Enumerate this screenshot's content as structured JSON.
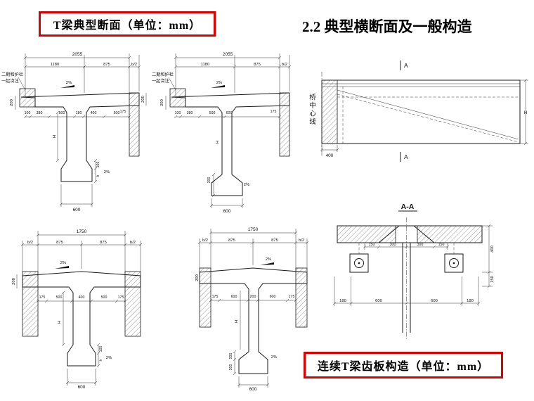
{
  "header": {
    "left_box_label": "T梁典型断面（单位：mm）",
    "title": "2.2 典型横断面及一般构造"
  },
  "footer": {
    "right_box_label": "连续T梁齿板构造（单位：mm）"
  },
  "colors": {
    "accent_red": "#dd0000",
    "line": "#1a1a1a"
  },
  "beam_top_left": {
    "note_line1": "二期和护栏",
    "note_line2": "一起浇注",
    "dim_total": "2055",
    "dim_seg1": "1180",
    "dim_seg2": "875",
    "dim_seg3": "b/2",
    "slope": "2%",
    "dim_slab_left": "200",
    "dim_slab_right": "200",
    "dim_row": [
      "100",
      "380",
      "500",
      "180",
      "400",
      "500"
    ],
    "dim_tip": "175",
    "dim_web_height": "H",
    "dim_haunch": "100",
    "dim_bulb": "h",
    "slope2": "2%",
    "dim_bottom": "600"
  },
  "beam_top_mid": {
    "note_line1": "二期和护栏",
    "note_line2": "一起浇注",
    "dim_total": "2055",
    "dim_seg1": "1180",
    "dim_seg2": "875",
    "dim_seg3": "b/2",
    "slope": "2%",
    "dim_slab_left": "200",
    "dim_row": [
      "100",
      "380",
      "500"
    ],
    "dim_web": "600",
    "dim_tip": "175",
    "dim_web_height": "H",
    "dim_haunch": "200",
    "slope2": "2%",
    "dim_bottom": "600"
  },
  "beam_bot_left": {
    "dim_total": "1750",
    "dim_seg1": "b/2",
    "dim_seg2": "875",
    "dim_seg3": "875",
    "dim_seg4": "b/2",
    "slope": "2%",
    "dim_slab_left": "200",
    "dim_row": [
      "175",
      "500",
      "400",
      "500",
      "175"
    ],
    "dim_web_height": "H",
    "dim_haunch": "100",
    "dim_bulb": "h",
    "slope2": "2%",
    "dim_bottom": "600"
  },
  "beam_bot_mid": {
    "dim_total": "1750",
    "dim_seg1": "b/2",
    "dim_seg2": "875",
    "dim_seg3": "875",
    "dim_seg4": "b/2",
    "slope": "2%",
    "dim_slab_left": "200",
    "dim_row": [
      "175",
      "600",
      "200",
      "600",
      "175"
    ],
    "dim_web_height": "H",
    "dim_haunch": "200",
    "dim_bulb_h": "200",
    "slope2": "2%",
    "dim_bottom": "600"
  },
  "elevation": {
    "section_mark_top": "A",
    "section_mark_bottom": "A",
    "centerline_label": "桥中心线",
    "dim_height": "H",
    "dim_end": "400"
  },
  "section_aa": {
    "title": "A-A",
    "dim_top": [
      "150",
      "300",
      "300",
      "150"
    ],
    "dim_right_1": "400",
    "dim_right_2": "150",
    "dim_bottom": [
      "180",
      "600",
      "600",
      "180"
    ]
  }
}
